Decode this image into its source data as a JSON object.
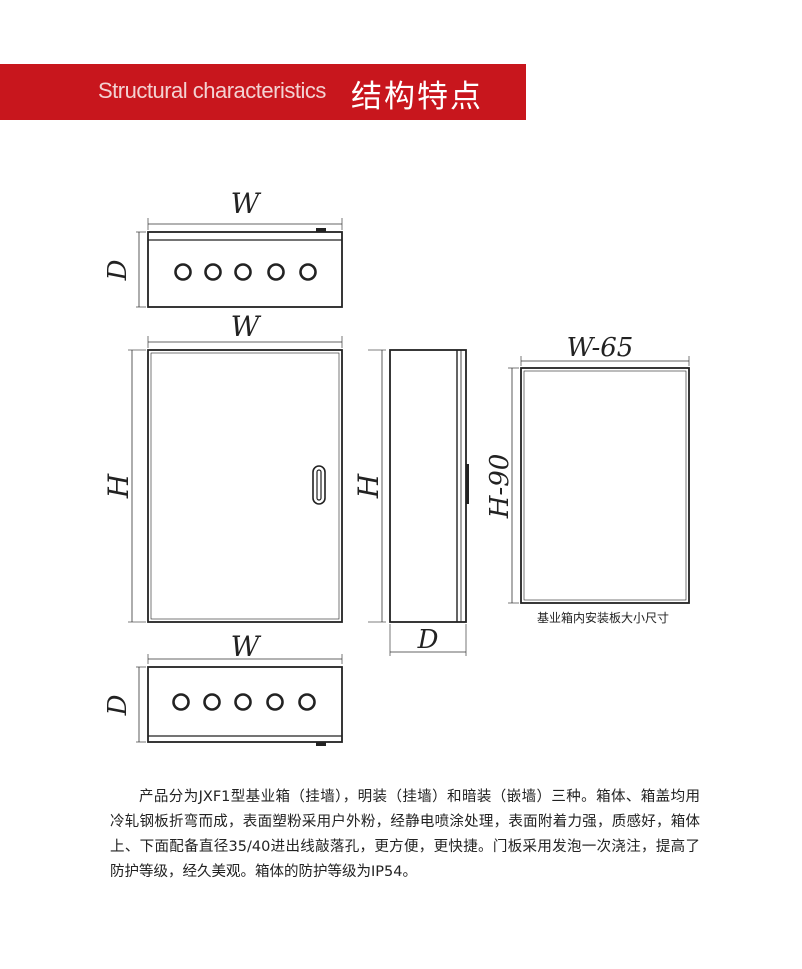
{
  "header": {
    "title_en": "Structural characteristics",
    "title_cn": "结构特点"
  },
  "diagram": {
    "top_view": {
      "width_label": "W",
      "depth_label": "D"
    },
    "front_view": {
      "width_label": "W",
      "height_label": "H"
    },
    "side_view": {
      "height_label": "H",
      "depth_label": "D"
    },
    "plate_view": {
      "width_label": "W-65",
      "height_label": "H-90",
      "caption": "基业箱内安装板大小尺寸"
    },
    "bottom_view": {
      "width_label": "W",
      "depth_label": "D"
    }
  },
  "description": "产品分为JXF1型基业箱（挂墙），明装（挂墙）和暗装（嵌墙）三种。箱体、箱盖均用冷轧钢板折弯而成，表面塑粉采用户外粉，经静电喷涂处理，表面附着力强，质感好，箱体上、下面配备直径35/40进出线敲落孔，更方便，更快捷。门板采用发泡一次浇注，提高了防护等级，经久美观。箱体的防护等级为IP54。",
  "colors": {
    "banner": "#c8161d",
    "line": "#222222"
  }
}
